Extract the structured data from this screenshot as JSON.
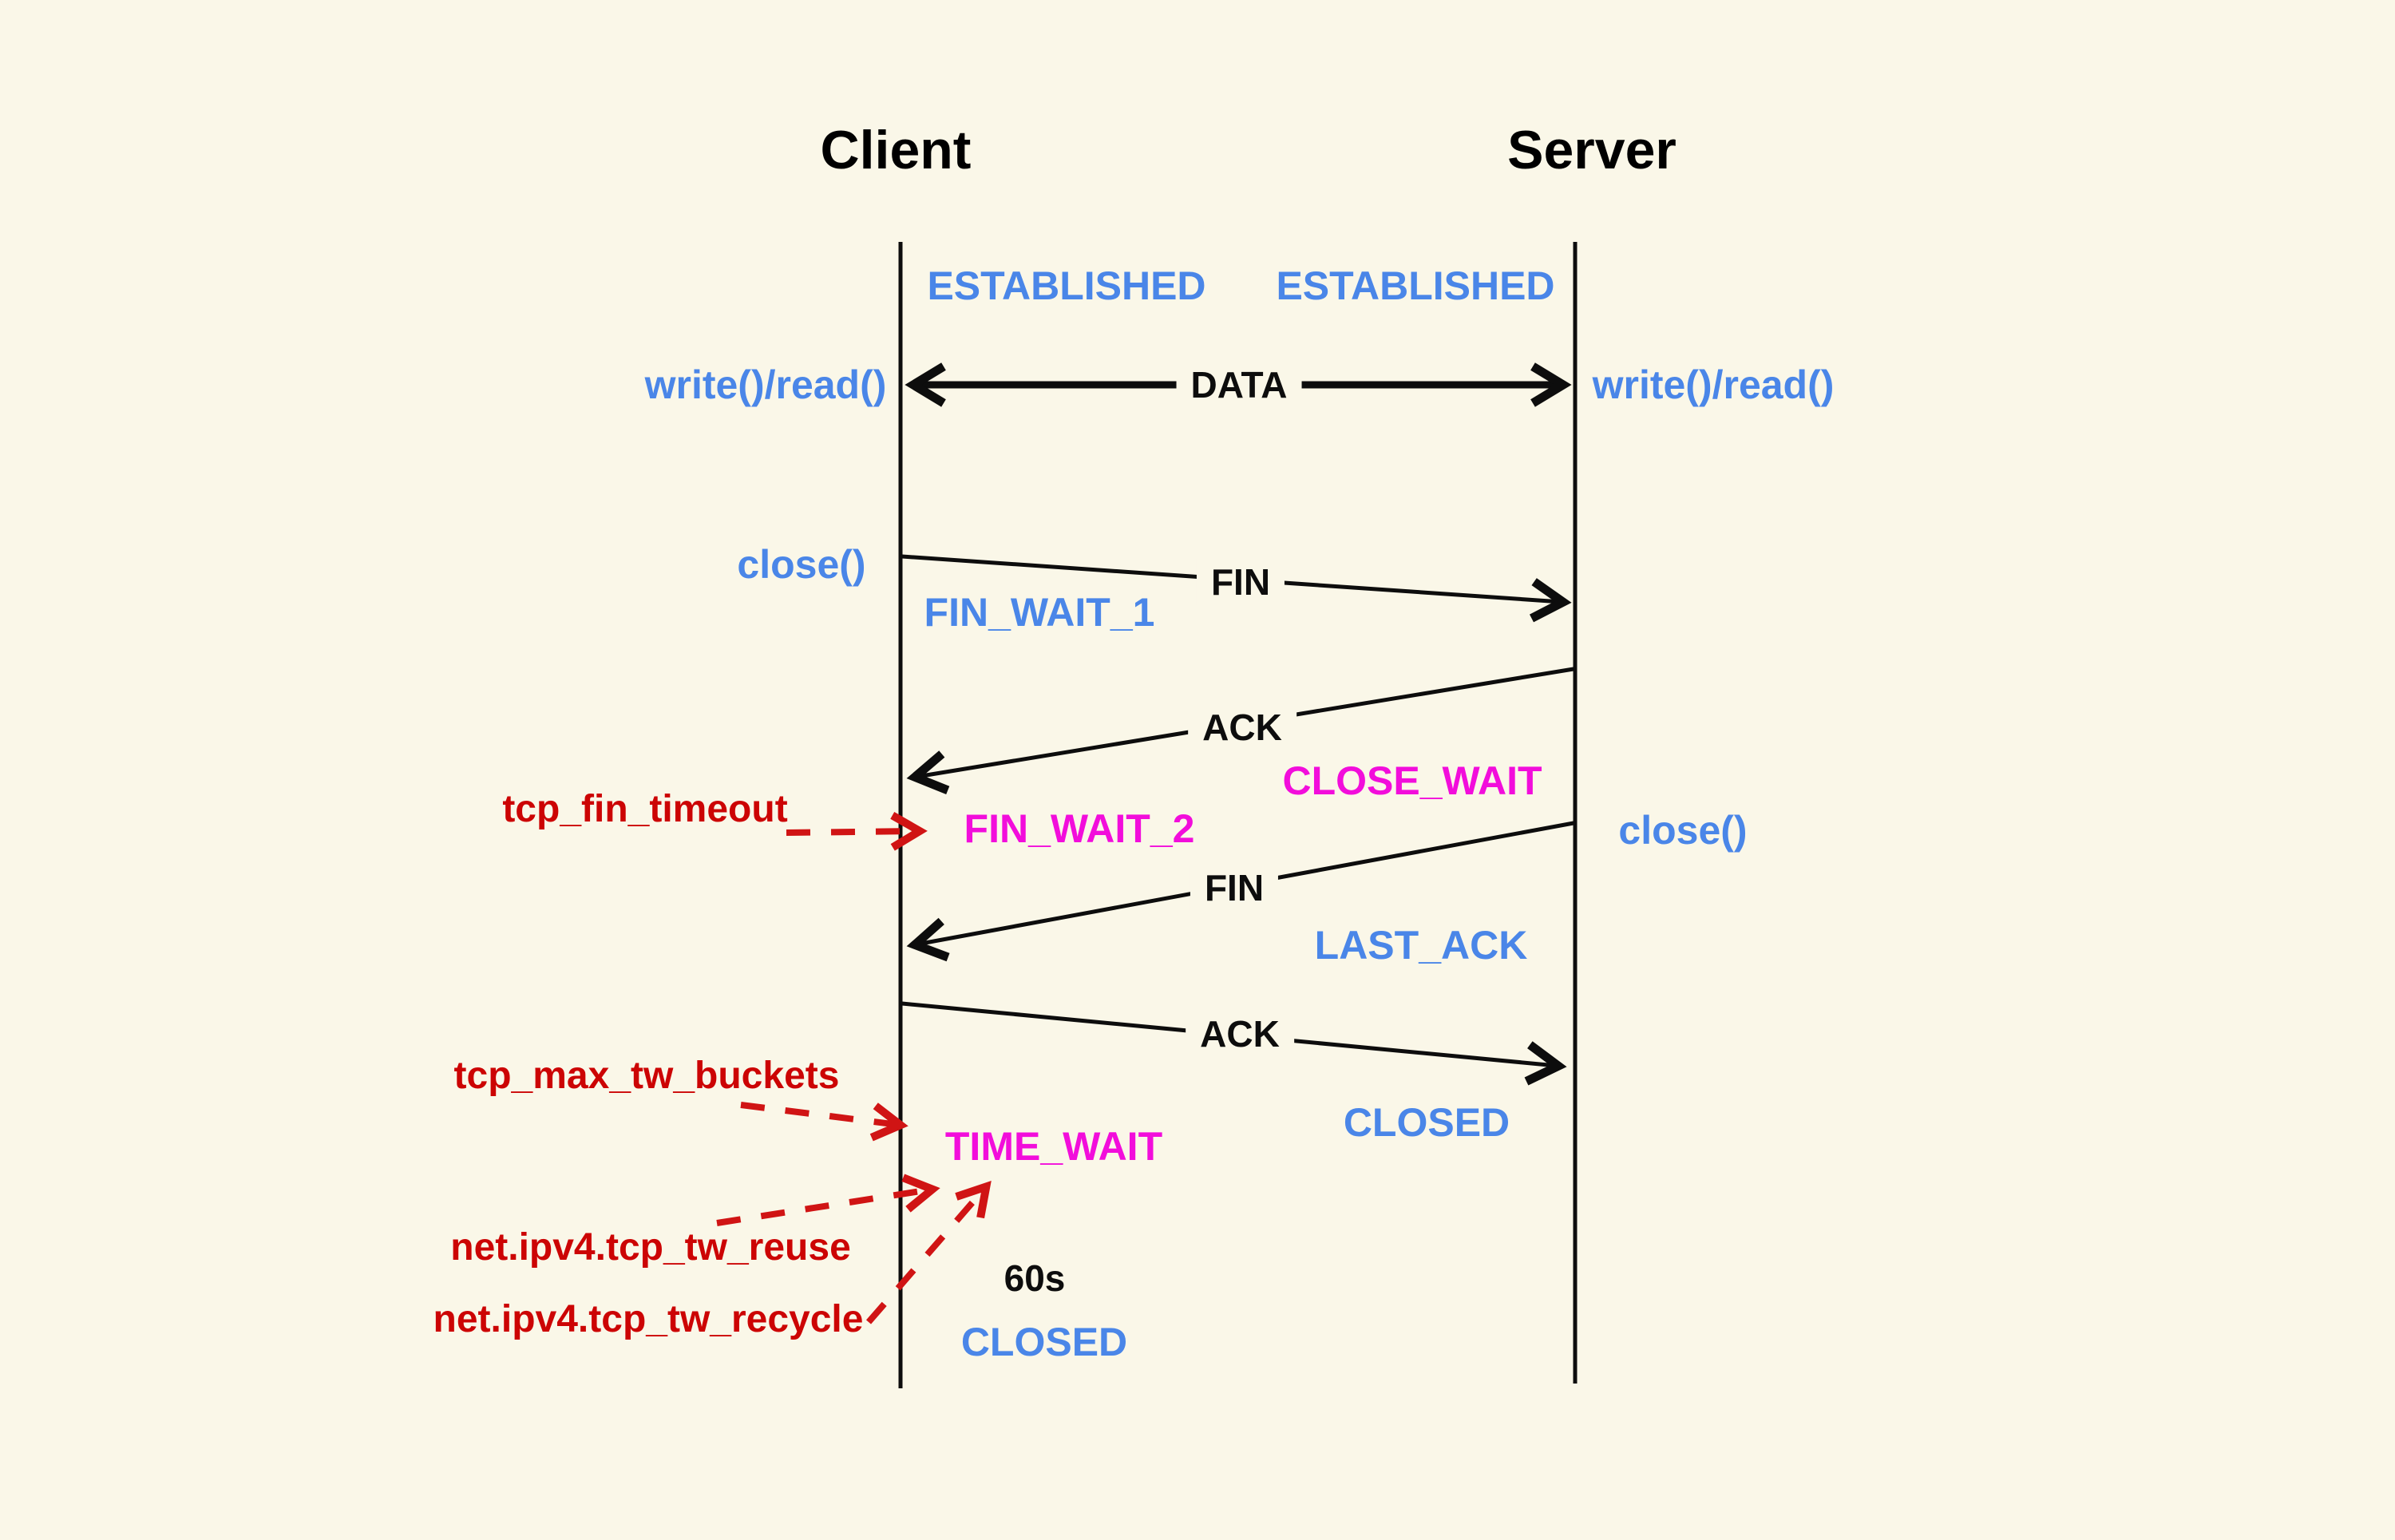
{
  "colors": {
    "background": "#faf7e8",
    "state_blue": "#4a86e8",
    "state_magenta": "#f20ddb",
    "tunable_red": "#cc0404",
    "line_black": "#0d0d0d"
  },
  "actors": {
    "client": "Client",
    "server": "Server"
  },
  "client_states": {
    "established": "ESTABLISHED",
    "fin_wait_1": "FIN_WAIT_1",
    "fin_wait_2": "FIN_WAIT_2",
    "time_wait": "TIME_WAIT",
    "closed": "CLOSED"
  },
  "server_states": {
    "established": "ESTABLISHED",
    "close_wait": "CLOSE_WAIT",
    "last_ack": "LAST_ACK",
    "closed": "CLOSED"
  },
  "messages": {
    "data": "DATA",
    "fin_from_client": "FIN",
    "ack_from_server": "ACK",
    "fin_from_server": "FIN",
    "ack_from_client": "ACK"
  },
  "api_calls": {
    "client_write_read": "write()/read()",
    "server_write_read": "write()/read()",
    "client_close": "close()",
    "server_close": "close()"
  },
  "kernel_tunables": {
    "fin_timeout": "tcp_fin_timeout",
    "max_tw_buckets": "tcp_max_tw_buckets",
    "tw_reuse": "net.ipv4.tcp_tw_reuse",
    "tw_recycle": "net.ipv4.tcp_tw_recycle"
  },
  "timer": {
    "time_wait_duration": "60s"
  }
}
